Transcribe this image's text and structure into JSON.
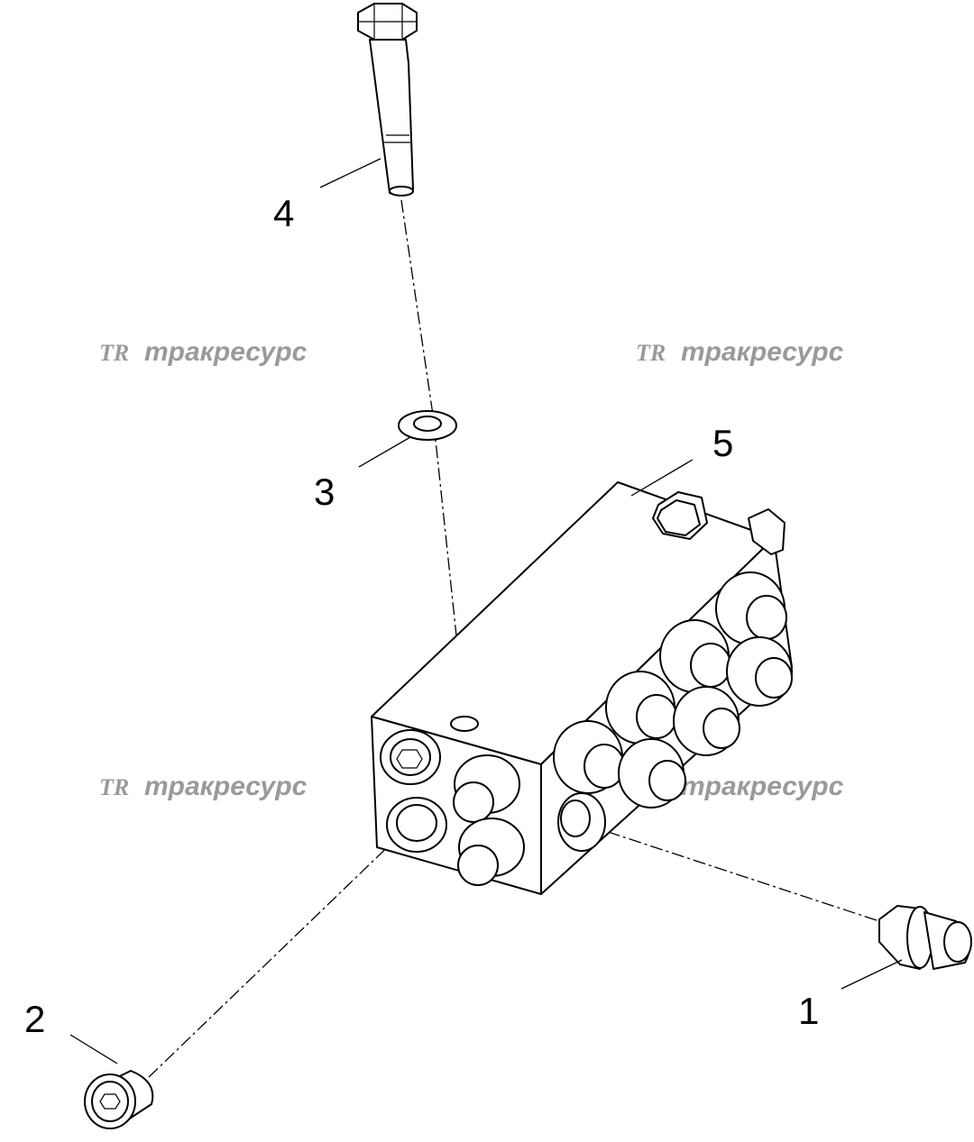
{
  "callouts": {
    "part1": "1",
    "part2": "2",
    "part3": "3",
    "part4": "4",
    "part5": "5"
  },
  "watermark": {
    "mark": "TR",
    "text": "тракресурс",
    "color": "#9a9a9a"
  }
}
